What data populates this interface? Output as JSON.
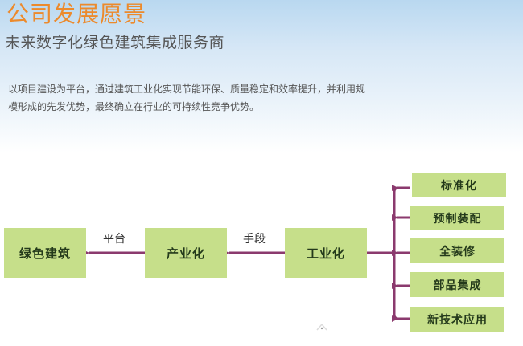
{
  "header": {
    "title": "公司发展愿景",
    "subtitle": "未来数字化绿色建筑集成服务商"
  },
  "description": {
    "line1": "以项目建设为平台，通过建筑工业化实现节能环保、质量稳定和效率提升，并利用规",
    "line2": "模形成的先发优势，最终确立在行业的可持续性竞争优势。"
  },
  "colors": {
    "title": "#ec8a2c",
    "box_fill": "#c6df8a",
    "arrow": "#8b3a6e"
  },
  "diagram": {
    "main_nodes": [
      {
        "id": "green-building",
        "label": "绿色建筑"
      },
      {
        "id": "industrialization-sector",
        "label": "产业化"
      },
      {
        "id": "industrialization",
        "label": "工业化"
      }
    ],
    "edge_labels": {
      "platform": "平台",
      "means": "手段"
    },
    "side_nodes": [
      {
        "label": "标准化"
      },
      {
        "label": "预制装配"
      },
      {
        "label": "全装修"
      },
      {
        "label": "部品集成"
      },
      {
        "label": "新技术应用"
      }
    ]
  }
}
